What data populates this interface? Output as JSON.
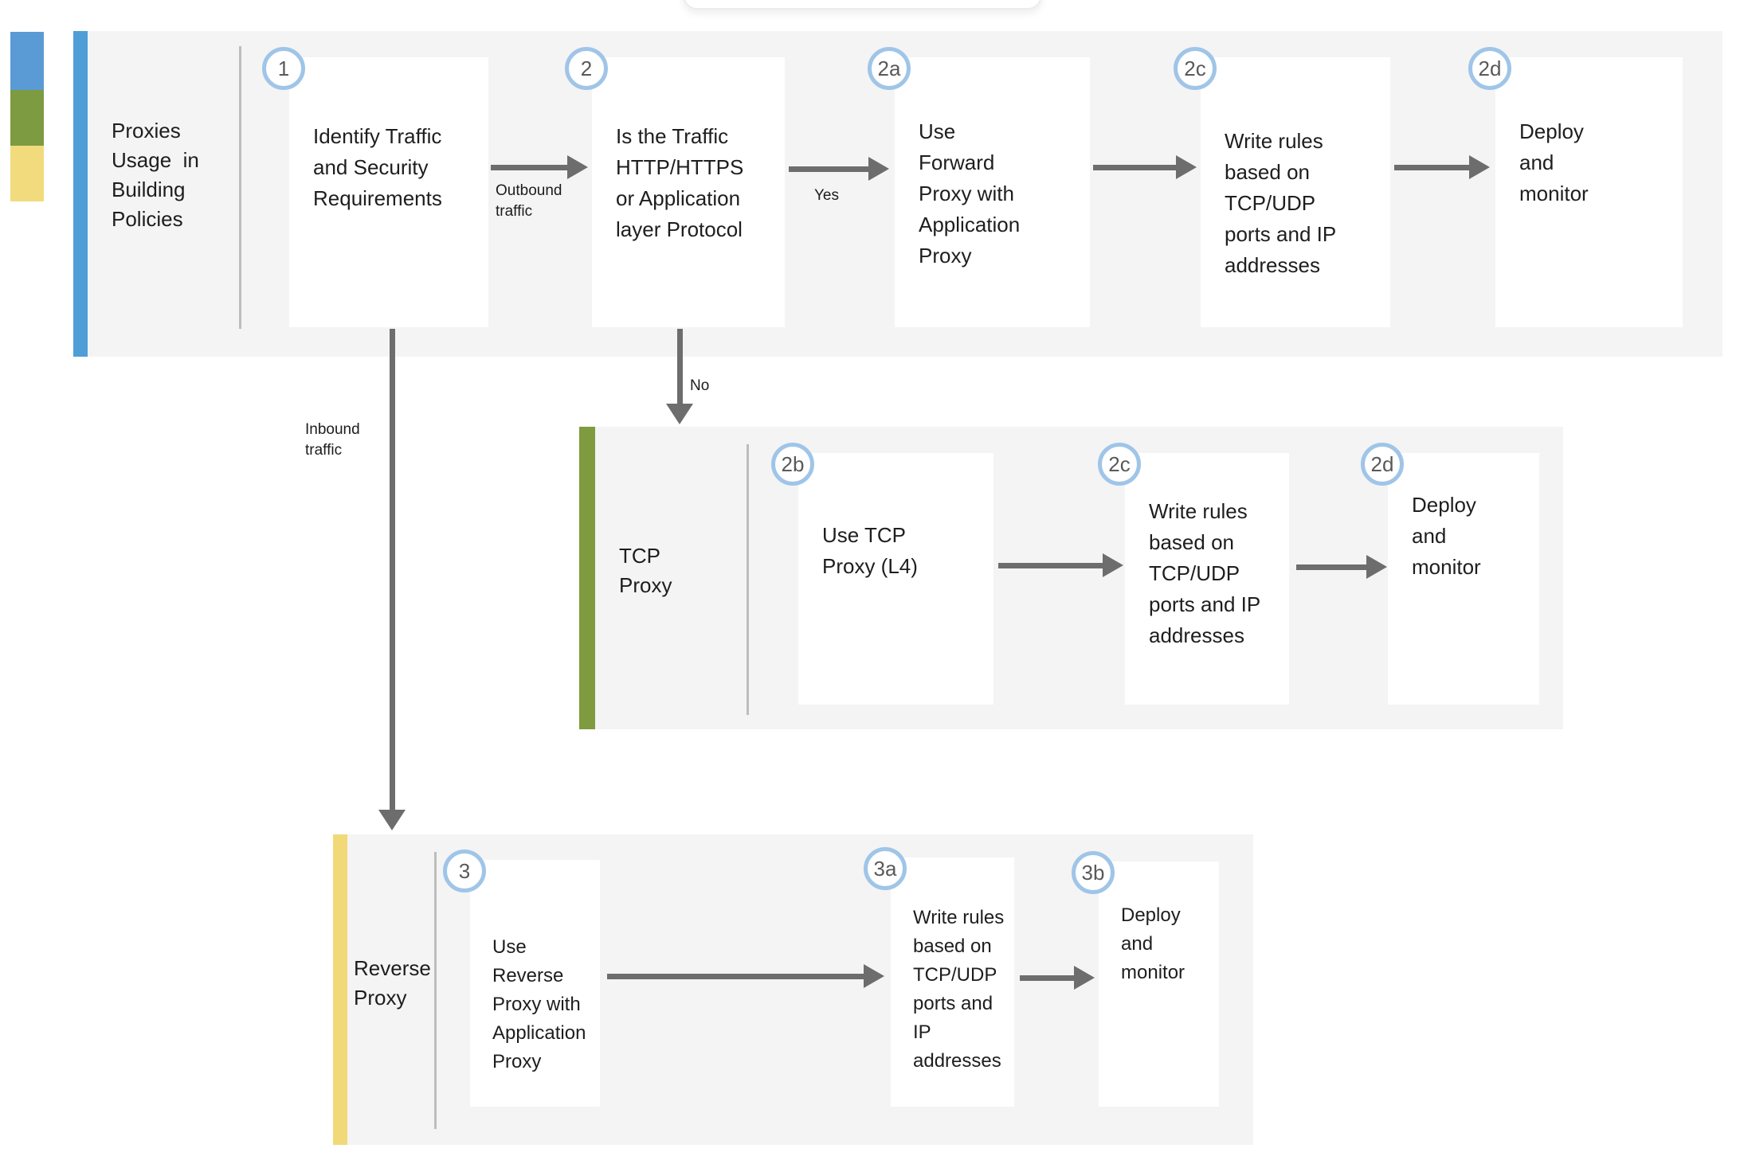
{
  "connectors": {
    "outbound": "Outbound\ntraffic",
    "yes": "Yes",
    "no": "No",
    "inbound": "Inbound\ntraffic"
  },
  "bands": [
    {
      "title": "Proxies\nUsage  in\nBuilding\nPolicies",
      "steps": [
        {
          "badge": "1",
          "text": "Identify Traffic\nand Security\nRequirements"
        },
        {
          "badge": "2",
          "text": "Is the Traffic\nHTTP/HTTPS\nor Application\nlayer Protocol"
        },
        {
          "badge": "2a",
          "text": "Use\nForward\nProxy with\nApplication\nProxy"
        },
        {
          "badge": "2c",
          "text": "Write rules\nbased on\nTCP/UDP\nports and IP\naddresses"
        },
        {
          "badge": "2d",
          "text": "Deploy\nand\nmonitor"
        }
      ]
    },
    {
      "title": "TCP\nProxy",
      "steps": [
        {
          "badge": "2b",
          "text": "Use TCP\nProxy (L4)"
        },
        {
          "badge": "2c",
          "text": "Write rules\nbased on\nTCP/UDP\nports and IP\naddresses"
        },
        {
          "badge": "2d",
          "text": "Deploy\nand\nmonitor"
        }
      ]
    },
    {
      "title": "Reverse\nProxy",
      "steps": [
        {
          "badge": "3",
          "text": "Use Reverse\nProxy with\nApplication\nProxy"
        },
        {
          "badge": "3a",
          "text": "Write rules\nbased on\nTCP/UDP\nports and IP\naddresses"
        },
        {
          "badge": "3b",
          "text": "Deploy\nand\nmonitor"
        }
      ]
    }
  ],
  "colors": {
    "band_bg": "#f4f4f4",
    "band1_accent": "#4f9ed8",
    "band2_accent": "#7e9b3f",
    "band3_accent": "#f2d978",
    "legend_blue": "#5b9bd5",
    "legend_green": "#7d9b40",
    "legend_yellow": "#f2db7d",
    "arrow": "#6d6d6d",
    "badge_ring": "#9fc5e8",
    "badge_text": "#595959",
    "text": "#1e1e1e",
    "divider": "#bdbdbd"
  }
}
